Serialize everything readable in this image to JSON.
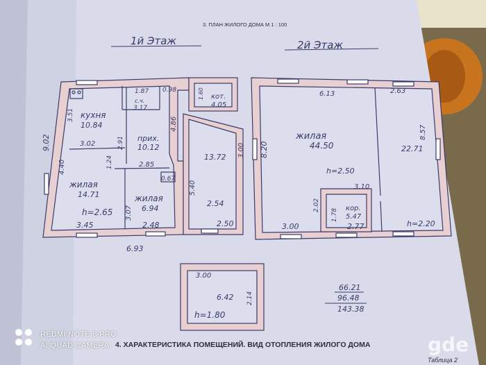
{
  "colors": {
    "paper": "#d9dbea",
    "wall_fill": "#e8cfd2",
    "wall_line": "#3b3a6a",
    "ink": "#3b3a6a",
    "print": "#2e2e3a"
  },
  "page": {
    "section_title": "3. ПЛАН ЖИЛОГО ДОМА М 1 : 100",
    "section_footer": "4. ХАРАКТЕРИСТИКА ПОМЕЩЕНИЙ. ВИД ОТОПЛЕНИЯ ЖИЛОГО ДОМА",
    "table_ref": "Таблица 2"
  },
  "floor1": {
    "title": "1й Этаж",
    "dims": {
      "height_left": "9.02",
      "width_bottom": "6.93",
      "kitchen_w": "3.51",
      "d_302": "3.02",
      "d_291": "2.91",
      "d_440": "4.40",
      "d_124": "1.24",
      "d_285": "2.85",
      "d_307": "3.07",
      "d_486": "4.86",
      "d_187": "1.87",
      "d_098": "0.98",
      "d_345": "3.45",
      "d_248": "2.48",
      "d_540": "5.40",
      "d_300": "3.00",
      "d_254": "2.54",
      "d_250": "2.50",
      "d_160": "1.60",
      "d_067": "0.67"
    },
    "rooms": {
      "kitchen_label": "кухня",
      "kitchen_area": "10.84",
      "bath_code": "с.ч.",
      "bath_area": "3.17",
      "hall_label": "прих.",
      "hall_area": "10.12",
      "boiler_label": "кот.",
      "boiler_area": "4.05",
      "corridor_area": "13.72",
      "living1_label": "жилая",
      "living1_area": "14.71",
      "living2_label": "жилая",
      "living2_area": "6.94",
      "height": "h=2.65"
    }
  },
  "floor2": {
    "title": "2й Этаж",
    "dims": {
      "d_613": "6.13",
      "d_263": "2.63",
      "d_820": "8.20",
      "d_857": "8.57",
      "d_310": "3.10",
      "d_202": "2.02",
      "d_178": "1.78",
      "d_300": "3.00",
      "d_277": "2.77"
    },
    "rooms": {
      "living_label": "жилая",
      "living_area": "44.50",
      "room_right_area": "22.71",
      "corridor_label": "кор.",
      "corridor_area": "5.47",
      "height": "h=2.50",
      "height_right": "h=2.20"
    }
  },
  "basement": {
    "dim_top": "3.00",
    "dim_right": "2.14",
    "area": "6.42",
    "height": "h=1.80"
  },
  "totals": {
    "a": "66.21",
    "b": "96.48",
    "sum": "143.38"
  },
  "watermark": {
    "device": "REDMI NOTE 8 PRO",
    "camera": "AI QUAD CAMERA",
    "site_logo": "gde"
  }
}
